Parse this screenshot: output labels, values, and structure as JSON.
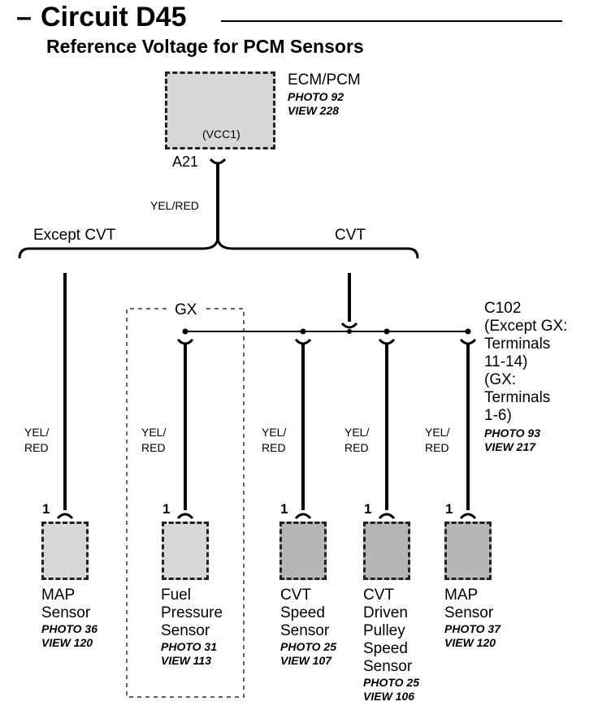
{
  "header": {
    "dash": "–",
    "title": "Circuit D45",
    "subtitle": "Reference Voltage for PCM Sensors"
  },
  "ecm": {
    "name": "ECM/PCM",
    "photo": "PHOTO 92",
    "view": "VIEW 228",
    "internal_label": "(VCC1)",
    "pin": "A21"
  },
  "main_wire": "YEL/RED",
  "branches": {
    "left": "Except CVT",
    "right": "CVT"
  },
  "gx_box_label": "GX",
  "connector": {
    "id": "C102",
    "lines": [
      "(Except GX:",
      "Terminals",
      "11-14)",
      "(GX:",
      "Terminals",
      "1-6)"
    ],
    "photo": "PHOTO 93",
    "view": "VIEW 217"
  },
  "wire_labels": {
    "line1": "YEL/",
    "line2": "RED"
  },
  "sensors": [
    {
      "pin": "1",
      "name_lines": [
        "MAP",
        "Sensor"
      ],
      "photo": "PHOTO 36",
      "view": "VIEW 120"
    },
    {
      "pin": "1",
      "name_lines": [
        "Fuel",
        "Pressure",
        "Sensor"
      ],
      "photo": "PHOTO 31",
      "view": "VIEW 113"
    },
    {
      "pin": "1",
      "name_lines": [
        "CVT",
        "Speed",
        "Sensor"
      ],
      "photo": "PHOTO 25",
      "view": "VIEW 107"
    },
    {
      "pin": "1",
      "name_lines": [
        "CVT",
        "Driven",
        "Pulley",
        "Speed",
        "Sensor"
      ],
      "photo": "PHOTO 25",
      "view": "VIEW 106"
    },
    {
      "pin": "1",
      "name_lines": [
        "MAP",
        "Sensor"
      ],
      "photo": "PHOTO 37",
      "view": "VIEW 120"
    }
  ]
}
